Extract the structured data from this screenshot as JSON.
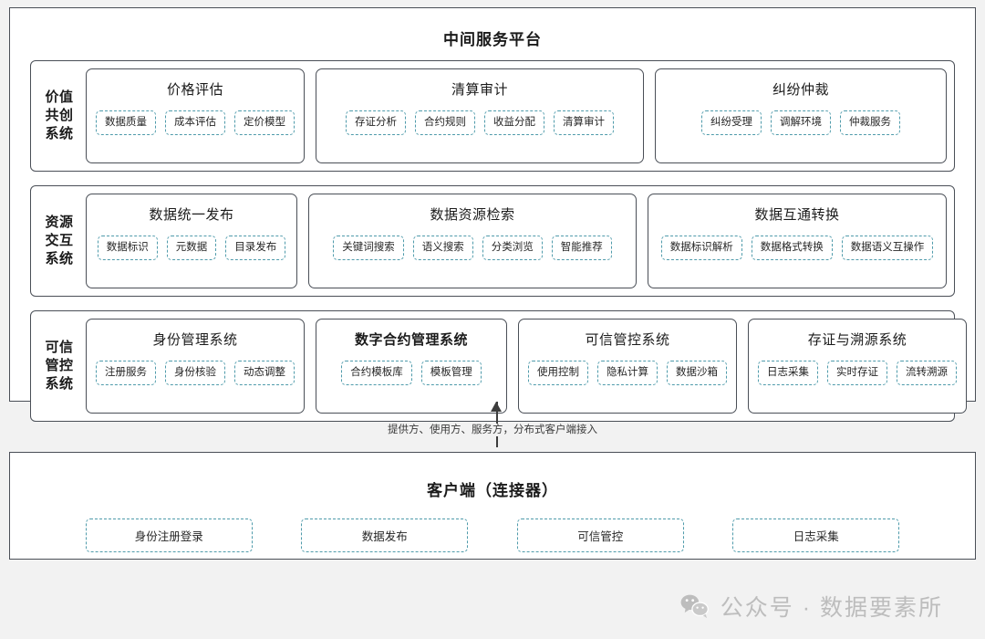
{
  "platform": {
    "title": "中间服务平台",
    "rows": [
      {
        "label": "价值\n共创\n系统",
        "label_lines": [
          "价值",
          "共创",
          "系统"
        ],
        "cards": [
          {
            "title": "价格评估",
            "bold": false,
            "chips": [
              "数据质量",
              "成本评估",
              "定价模型"
            ]
          },
          {
            "title": "清算审计",
            "bold": false,
            "chips": [
              "存证分析",
              "合约规则",
              "收益分配",
              "清算审计"
            ]
          },
          {
            "title": "纠纷仲裁",
            "bold": false,
            "chips": [
              "纠纷受理",
              "调解环境",
              "仲裁服务"
            ]
          }
        ]
      },
      {
        "label_lines": [
          "资源",
          "交互",
          "系统"
        ],
        "cards": [
          {
            "title": "数据统一发布",
            "bold": false,
            "chips": [
              "数据标识",
              "元数据",
              "目录发布"
            ]
          },
          {
            "title": "数据资源检索",
            "bold": false,
            "chips": [
              "关键词搜索",
              "语义搜索",
              "分类浏览",
              "智能推荐"
            ]
          },
          {
            "title": "数据互通转换",
            "bold": false,
            "chips": [
              "数据标识解析",
              "数据格式转换",
              "数据语义互操作"
            ]
          }
        ]
      },
      {
        "label_lines": [
          "可信",
          "管控",
          "系统"
        ],
        "cards": [
          {
            "title": "身份管理系统",
            "bold": false,
            "chips": [
              "注册服务",
              "身份核验",
              "动态调整"
            ]
          },
          {
            "title": "数字合约管理系统",
            "bold": true,
            "chips": [
              "合约模板库",
              "模板管理"
            ]
          },
          {
            "title": "可信管控系统",
            "bold": false,
            "chips": [
              "使用控制",
              "隐私计算",
              "数据沙箱"
            ]
          },
          {
            "title": "存证与溯源系统",
            "bold": false,
            "chips": [
              "日志采集",
              "实时存证",
              "流转溯源"
            ]
          }
        ]
      }
    ]
  },
  "connector": {
    "label": "提供方、使用方、服务方，分布式客户端接入",
    "arrow_direction": "up"
  },
  "client": {
    "title": "客户端（连接器）",
    "chips": [
      "身份注册登录",
      "数据发布",
      "可信管控",
      "日志采集"
    ]
  },
  "watermark": {
    "icon": "wechat-icon",
    "text": "公众号 · 数据要素所"
  },
  "colors": {
    "page_background": "#f2f2f2",
    "panel_background": "#ffffff",
    "frame_border": "#4a4f57",
    "chip_border": "#4f9bab",
    "text": "#262626",
    "watermark": "#bdbdbd"
  }
}
